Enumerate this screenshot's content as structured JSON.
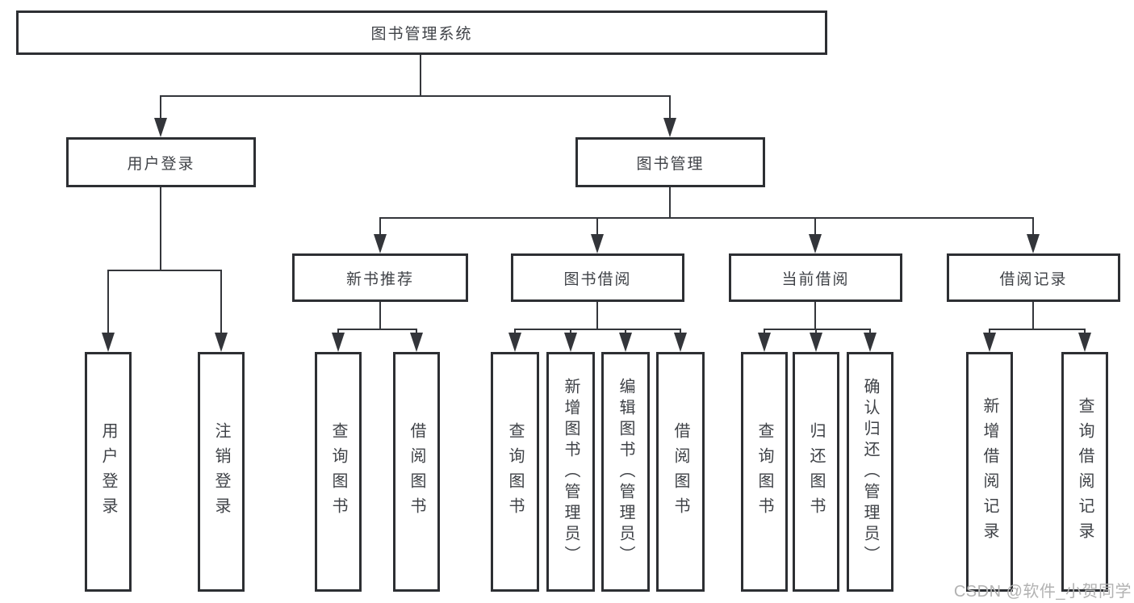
{
  "diagram": {
    "nodes": {
      "root": "图书管理系统",
      "user_login": "用户登录",
      "book_management": "图书管理",
      "new_book_recommend": "新书推荐",
      "book_borrowing": "图书借阅",
      "current_borrowing": "当前借阅",
      "borrowing_records": "借阅记录"
    },
    "leaves": {
      "user_login": "用户登录",
      "logout": "注销登录",
      "query_books_recommend": "查询图书",
      "borrow_books_recommend": "借阅图书",
      "query_books_borrowing": "查询图书",
      "add_books_admin": "新增图书（管理员）",
      "edit_books_admin": "编辑图书（管理员）",
      "borrow_books_borrowing": "借阅图书",
      "query_books_current": "查询图书",
      "return_books": "归还图书",
      "confirm_return_admin": "确认归还（管理员）",
      "add_borrow_record": "新增借阅记录",
      "query_borrow_record": "查询借阅记录"
    },
    "tree": {
      "label": "图书管理系统",
      "children": [
        {
          "label": "用户登录",
          "children": [
            {
              "label": "用户登录"
            },
            {
              "label": "注销登录"
            }
          ]
        },
        {
          "label": "图书管理",
          "children": [
            {
              "label": "新书推荐",
              "children": [
                {
                  "label": "查询图书"
                },
                {
                  "label": "借阅图书"
                }
              ]
            },
            {
              "label": "图书借阅",
              "children": [
                {
                  "label": "查询图书"
                },
                {
                  "label": "新增图书（管理员）"
                },
                {
                  "label": "编辑图书（管理员）"
                },
                {
                  "label": "借阅图书"
                }
              ]
            },
            {
              "label": "当前借阅",
              "children": [
                {
                  "label": "查询图书"
                },
                {
                  "label": "归还图书"
                },
                {
                  "label": "确认归还（管理员）"
                }
              ]
            },
            {
              "label": "借阅记录",
              "children": [
                {
                  "label": "新增借阅记录"
                },
                {
                  "label": "查询借阅记录"
                }
              ]
            }
          ]
        }
      ]
    },
    "watermark": "CSDN @软件_小贺同学",
    "colors": {
      "background": "#ffffff",
      "box_border": "#2d2f33",
      "connector_line": "#34363b",
      "text": "#3f4247",
      "watermark_text": "#b2b2b2"
    }
  }
}
